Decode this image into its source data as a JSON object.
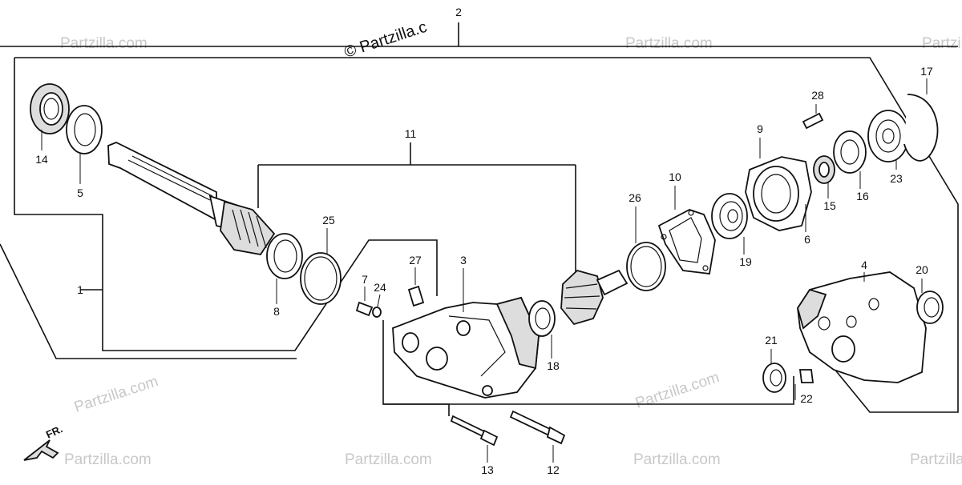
{
  "watermarks": {
    "site_name": "Partzilla.com",
    "top_copyright": "© Partzilla.c"
  },
  "direction_label": "FR.",
  "callouts": {
    "c1": "1",
    "c2": "2",
    "c3": "3",
    "c4": "4",
    "c5": "5",
    "c6": "6",
    "c7": "7",
    "c8": "8",
    "c9": "9",
    "c10": "10",
    "c11": "11",
    "c12": "12",
    "c13": "13",
    "c14": "14",
    "c15": "15",
    "c16": "16",
    "c17": "17",
    "c18": "18",
    "c19": "19",
    "c20": "20",
    "c21": "21",
    "c22": "22",
    "c23": "23",
    "c24": "24",
    "c25": "25",
    "c26": "26",
    "c27": "27",
    "c28": "28"
  }
}
